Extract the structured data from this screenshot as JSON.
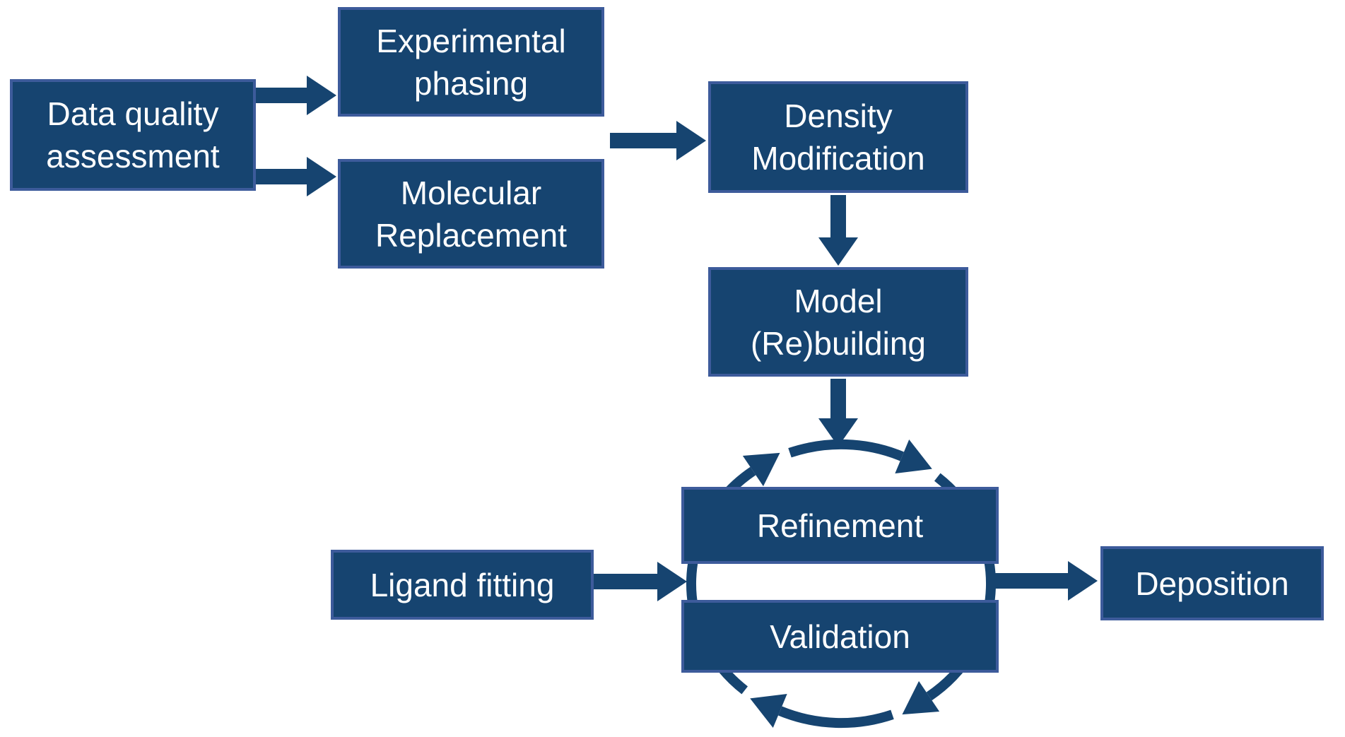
{
  "diagram": {
    "type": "flowchart",
    "background": "#ffffff"
  },
  "colors": {
    "box_fill": "#164470",
    "box_border": "#3D5B9B",
    "arrow": "#164470",
    "text": "#ffffff",
    "background": "#ffffff"
  },
  "nodes": {
    "data_quality": {
      "lines": [
        "Data quality",
        "assessment"
      ]
    },
    "experimental_phasing": {
      "lines": [
        "Experimental",
        "phasing"
      ]
    },
    "molecular_replacement": {
      "lines": [
        "Molecular",
        "Replacement"
      ]
    },
    "density_modification": {
      "lines": [
        "Density",
        "Modification"
      ]
    },
    "model_rebuilding": {
      "lines": [
        "Model",
        "(Re)building"
      ]
    },
    "refinement": {
      "lines": [
        "Refinement"
      ]
    },
    "validation": {
      "lines": [
        "Validation"
      ]
    },
    "ligand_fitting": {
      "lines": [
        "Ligand fitting"
      ]
    },
    "deposition": {
      "lines": [
        "Deposition"
      ]
    }
  },
  "edges": [
    {
      "from": "data-quality-assessment",
      "to": "experimental-phasing",
      "style": "straight-arrow"
    },
    {
      "from": "data-quality-assessment",
      "to": "molecular-replacement",
      "style": "straight-arrow"
    },
    {
      "from": "experimental-phasing/molecular-replacement",
      "to": "density-modification",
      "style": "straight-arrow"
    },
    {
      "from": "density-modification",
      "to": "model-rebuilding",
      "style": "straight-arrow"
    },
    {
      "from": "model-rebuilding",
      "to": "refinement-validation-cycle",
      "style": "straight-arrow"
    },
    {
      "from": "ligand-fitting",
      "to": "refinement-validation-cycle",
      "style": "straight-arrow"
    },
    {
      "from": "refinement-validation-cycle",
      "to": "deposition",
      "style": "straight-arrow"
    },
    {
      "between": [
        "refinement",
        "validation"
      ],
      "style": "clockwise-circular-cycle",
      "arrowheads": 4
    }
  ]
}
